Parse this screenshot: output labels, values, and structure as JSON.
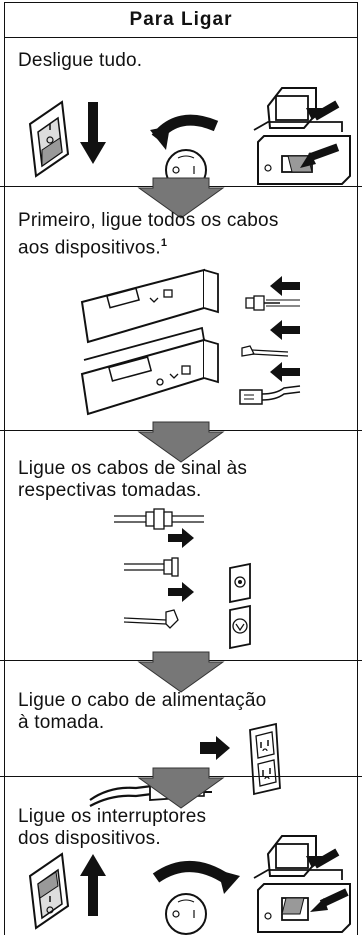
{
  "title": "Para Ligar",
  "steps": [
    {
      "text": "Desligue tudo."
    },
    {
      "line1": "Primeiro, ligue todos os cabos",
      "line2": "aos dispositivos.",
      "footnote": "1"
    },
    {
      "line1": "Ligue os cabos de sinal às",
      "line2": "respectivas tomadas."
    },
    {
      "line1": "Ligue o cabo de alimentação",
      "line2": "à tomada."
    },
    {
      "line1": "Ligue os interruptores",
      "line2": "dos dispositivos."
    }
  ],
  "icons": [
    "switch-off-icon",
    "knob-rotate-icon",
    "monitor-switch-icon",
    "device-front-icon",
    "cable-connector-icon",
    "signal-cable-icon",
    "wall-outlet-icon",
    "power-cord-icon",
    "power-outlet-icon",
    "switch-on-icon"
  ],
  "colors": {
    "ink": "#111111",
    "arrow": "#777777",
    "background": "#ffffff"
  }
}
